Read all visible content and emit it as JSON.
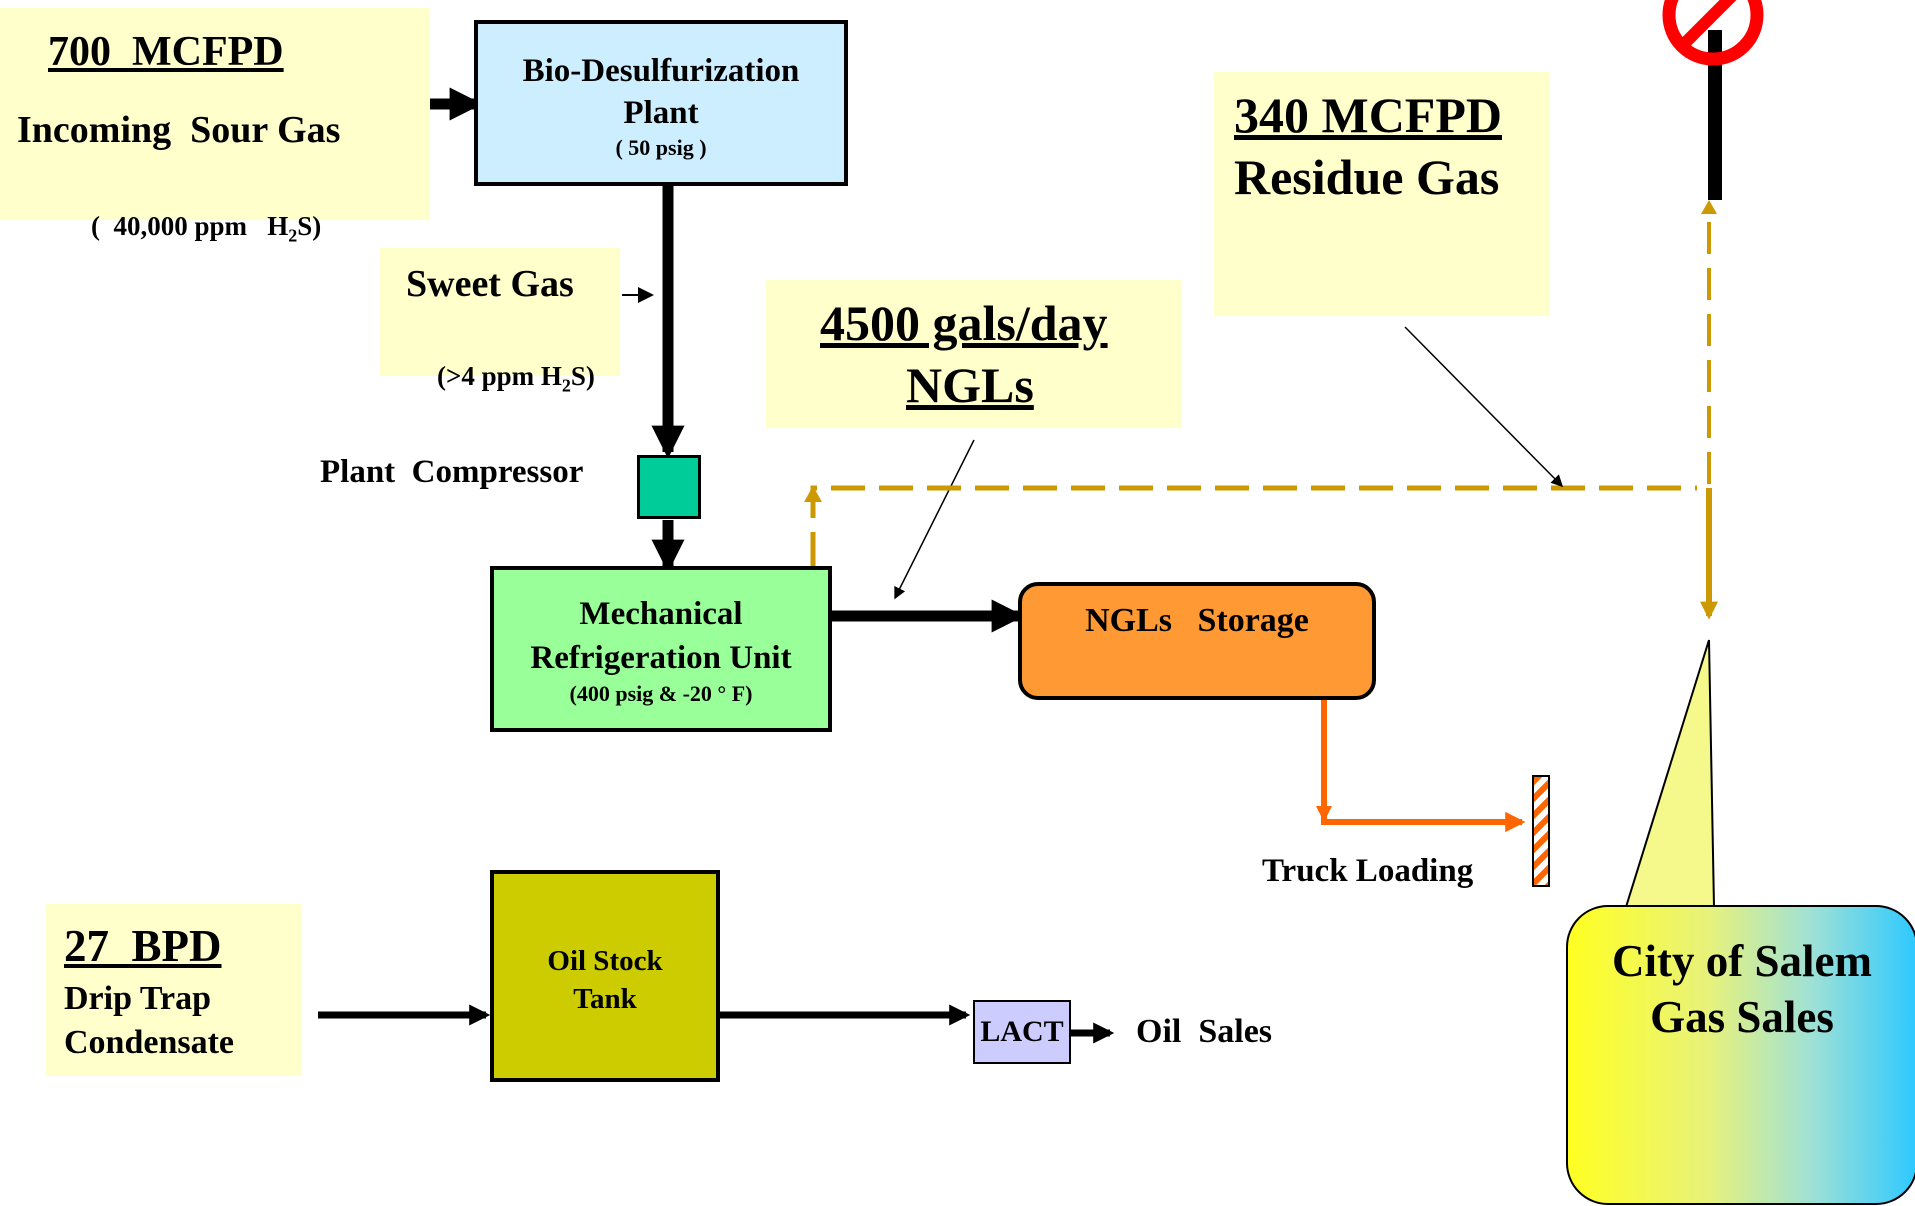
{
  "colors": {
    "note_bg": "#ffffcc",
    "desulf_fill": "#cceeff",
    "compressor_fill": "#00cc99",
    "mru_fill": "#99ff99",
    "storage_fill": "#ff9933",
    "tank_fill": "#cccc00",
    "lact_fill": "#ccccff",
    "residue_line": "#cc9900",
    "truck_line": "#ff6600",
    "flow_line": "#000000",
    "no_symbol": "#ff0000"
  },
  "inlet": {
    "rate": "700  MCFPD",
    "label": "Incoming  Sour Gas",
    "ppm_prefix": "(  40,000 ppm   H",
    "ppm_sub": "2",
    "ppm_suffix": "S)"
  },
  "desulf": {
    "line1": "Bio-Desulfurization",
    "line2": "Plant",
    "line3": "( 50 psig )"
  },
  "sweet": {
    "label": "Sweet Gas",
    "ppm_prefix": "(>4 ppm H",
    "ppm_sub": "2",
    "ppm_suffix": "S)"
  },
  "ngl_note": {
    "rate": "4500 gals/day",
    "label": "NGLs"
  },
  "residue_note": {
    "rate": "340 MCFPD",
    "label": "Residue Gas"
  },
  "compressor": {
    "label": "Plant  Compressor"
  },
  "mru": {
    "line1": "Mechanical",
    "line2": "Refrigeration Unit",
    "line3": "(400 psig & -20 ° F)"
  },
  "storage": {
    "label": "NGLs   Storage"
  },
  "truck": {
    "label": "Truck Loading"
  },
  "sales_callout": {
    "line1": "City of Salem",
    "line2": "Gas Sales"
  },
  "condensate": {
    "rate": "27  BPD",
    "line1": "Drip Trap",
    "line2": "Condensate"
  },
  "tank": {
    "line1": "Oil Stock",
    "line2": "Tank"
  },
  "lact": {
    "label": "LACT"
  },
  "oil_sales": {
    "label": "Oil  Sales"
  }
}
